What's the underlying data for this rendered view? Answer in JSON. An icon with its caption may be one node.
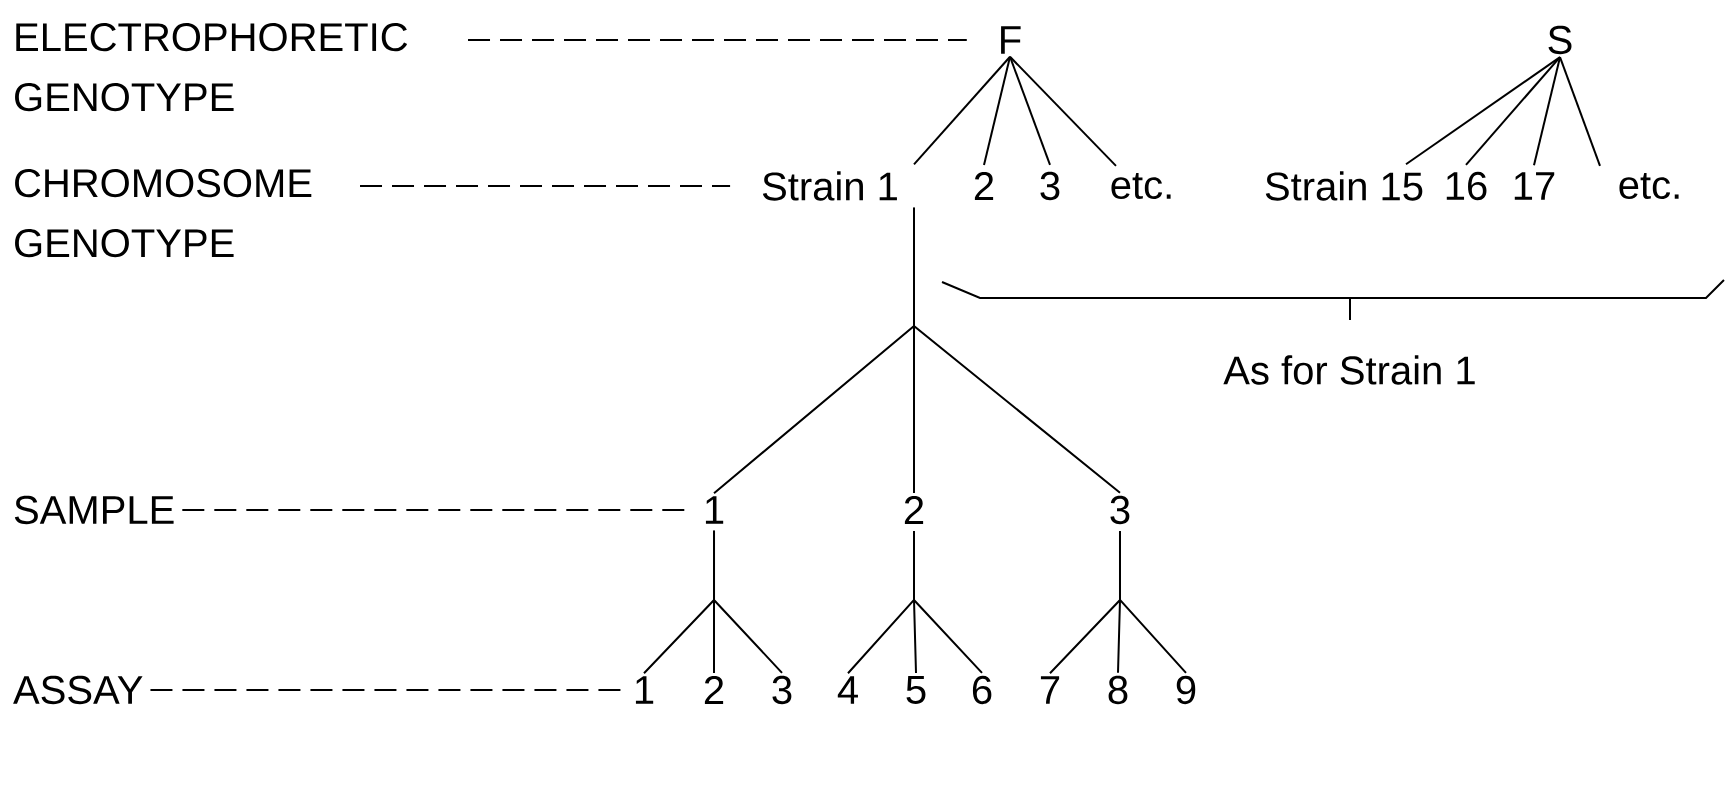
{
  "diagram": {
    "nodes": [
      {
        "text": [
          "ELECTROPHORETIC GENOTYPE"
        ]
      },
      {
        "text": [
          "F"
        ]
      },
      {
        "text": [
          "S"
        ]
      },
      {
        "text": [
          "CHROMOSOME GENOTYPE"
        ]
      },
      {
        "text": [
          "Strain 1"
        ]
      },
      {
        "text": [
          "2"
        ]
      },
      {
        "text": [
          "3"
        ]
      },
      {
        "text": [
          "etc."
        ]
      },
      {
        "text": [
          "Strain 15"
        ]
      },
      {
        "text": [
          "16"
        ]
      },
      {
        "text": [
          "17"
        ]
      },
      {
        "text": [
          "etc."
        ]
      },
      {
        "text": [
          "SAMPLE"
        ]
      },
      {
        "text": [
          "1"
        ]
      },
      {
        "text": [
          "2"
        ]
      },
      {
        "text": [
          "3"
        ]
      },
      {
        "text": [
          "ASSAY"
        ]
      },
      {
        "text": [
          "1"
        ]
      },
      {
        "text": [
          "2"
        ]
      },
      {
        "text": [
          "3"
        ]
      },
      {
        "text": [
          "4"
        ]
      },
      {
        "text": [
          "5"
        ]
      },
      {
        "text": [
          "6"
        ]
      },
      {
        "text": [
          "7"
        ]
      },
      {
        "text": [
          "8"
        ]
      },
      {
        "text": [
          "9"
        ]
      }
    ],
    "edges": [
      {
        "from": 0,
        "to": 1,
        "arrow": "none",
        "style": "dashed"
      },
      {
        "from": 1,
        "to": 4,
        "arrow": "none"
      },
      {
        "from": 1,
        "to": 5,
        "arrow": "none"
      },
      {
        "from": 1,
        "to": 6,
        "arrow": "none"
      },
      {
        "from": 1,
        "to": 7,
        "arrow": "none"
      },
      {
        "from": 2,
        "to": 8,
        "arrow": "none"
      },
      {
        "from": 2,
        "to": 9,
        "arrow": "none"
      },
      {
        "from": 2,
        "to": 10,
        "arrow": "none"
      },
      {
        "from": 2,
        "to": 11,
        "arrow": "none"
      },
      {
        "from": 3,
        "to": 4,
        "arrow": "none",
        "style": "dashed"
      },
      {
        "from": 4,
        "to": 13,
        "arrow": "none"
      },
      {
        "from": 4,
        "to": 14,
        "arrow": "none"
      },
      {
        "from": 4,
        "to": 15,
        "arrow": "none"
      },
      {
        "from": 12,
        "to": 13,
        "arrow": "none",
        "style": "dashed"
      },
      {
        "from": 13,
        "to": 17,
        "arrow": "none"
      },
      {
        "from": 13,
        "to": 18,
        "arrow": "none"
      },
      {
        "from": 13,
        "to": 19,
        "arrow": "none"
      },
      {
        "from": 14,
        "to": 20,
        "arrow": "none"
      },
      {
        "from": 14,
        "to": 21,
        "arrow": "none"
      },
      {
        "from": 14,
        "to": 22,
        "arrow": "none"
      },
      {
        "from": 15,
        "to": 23,
        "arrow": "none"
      },
      {
        "from": 15,
        "to": 24,
        "arrow": "none"
      },
      {
        "from": 15,
        "to": 25,
        "arrow": "none"
      },
      {
        "from": 16,
        "to": 17,
        "arrow": "none",
        "style": "dashed"
      }
    ],
    "labels": [
      "As for Strain 1"
    ]
  }
}
